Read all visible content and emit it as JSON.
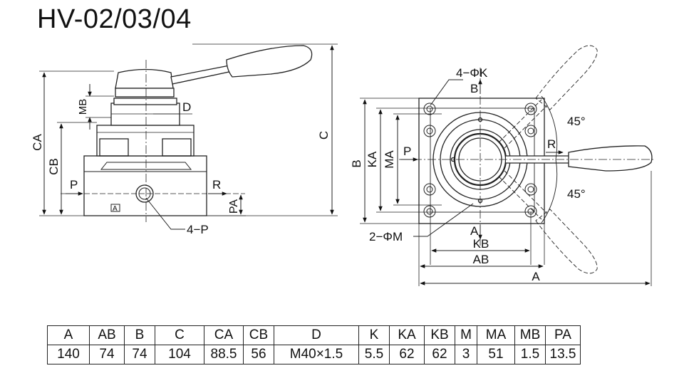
{
  "title": "HV-02/03/04",
  "drawing": {
    "front_view": {
      "dims": {
        "ca": "CA",
        "cb": "CB",
        "c": "C",
        "mb": "MB",
        "d": "D",
        "pa": "PA"
      },
      "ports": {
        "p": "P",
        "r": "R",
        "port_callout": "4−P",
        "a_mark": "A"
      }
    },
    "top_view": {
      "dims": {
        "b": "B",
        "ka": "KA",
        "ma": "MA",
        "kb": "KB",
        "ab": "AB",
        "a": "A"
      },
      "ports": {
        "p": "P",
        "r": "R",
        "b_port": "B",
        "a_port": "A"
      },
      "callouts": {
        "hole_k": "4−ΦK",
        "hole_m": "2−ΦM"
      },
      "angles": {
        "upper": "45°",
        "lower": "45°"
      }
    }
  },
  "table": {
    "headers": [
      "A",
      "AB",
      "B",
      "C",
      "CA",
      "CB",
      "D",
      "K",
      "KA",
      "KB",
      "M",
      "MA",
      "MB",
      "PA"
    ],
    "values": [
      "140",
      "74",
      "74",
      "104",
      "88.5",
      "56",
      "M40×1.5",
      "5.5",
      "62",
      "62",
      "3",
      "51",
      "1.5",
      "13.5"
    ]
  }
}
